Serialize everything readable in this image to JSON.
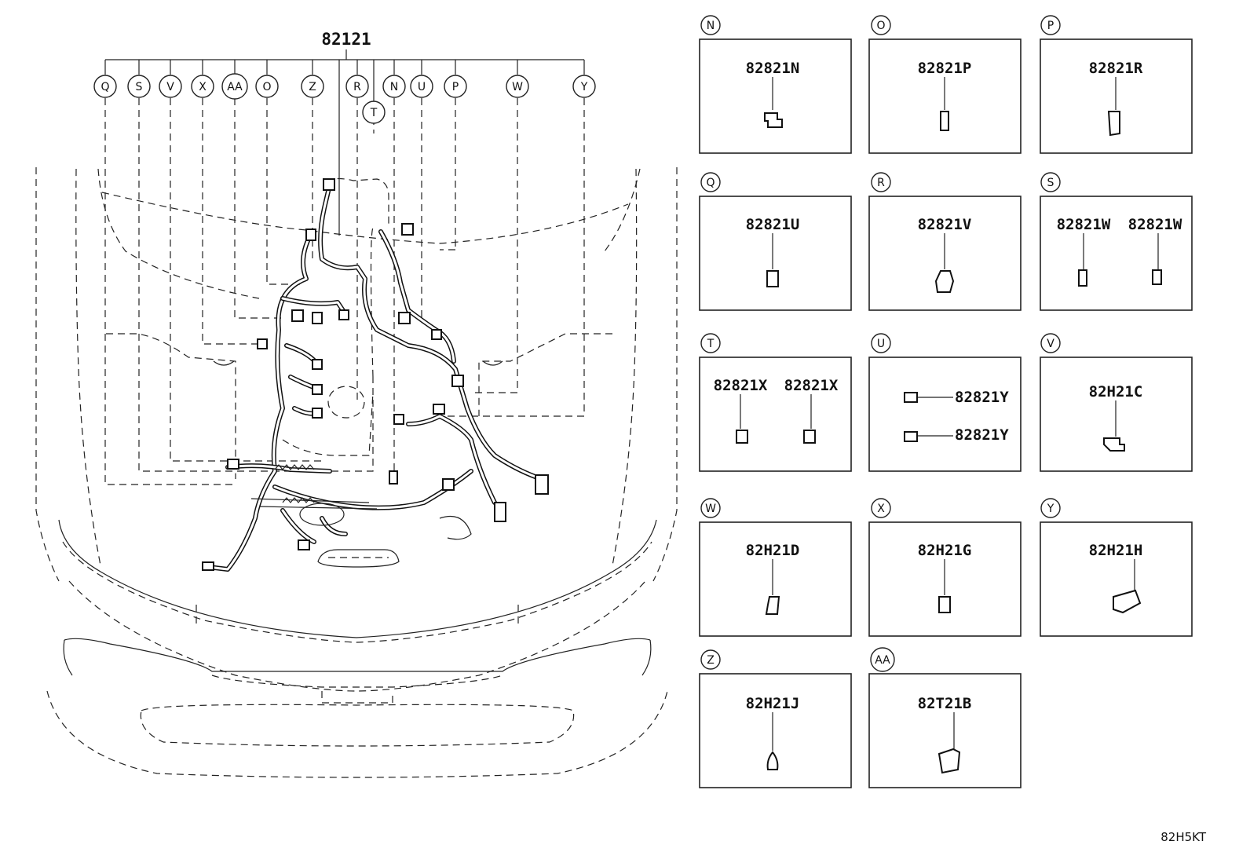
{
  "main_part": "82121",
  "main_callouts": [
    {
      "letter": "Q"
    },
    {
      "letter": "S"
    },
    {
      "letter": "V"
    },
    {
      "letter": "X"
    },
    {
      "letter": "AA"
    },
    {
      "letter": "O"
    },
    {
      "letter": "Z"
    },
    {
      "letter": "R"
    },
    {
      "letter": "T"
    },
    {
      "letter": "N"
    },
    {
      "letter": "U"
    },
    {
      "letter": "P"
    },
    {
      "letter": "W"
    },
    {
      "letter": "Y"
    }
  ],
  "panels": [
    {
      "letter": "N",
      "parts": [
        "82821N"
      ]
    },
    {
      "letter": "O",
      "parts": [
        "82821P"
      ]
    },
    {
      "letter": "P",
      "parts": [
        "82821R"
      ]
    },
    {
      "letter": "Q",
      "parts": [
        "82821U"
      ]
    },
    {
      "letter": "R",
      "parts": [
        "82821V"
      ]
    },
    {
      "letter": "S",
      "parts": [
        "82821W",
        "82821W"
      ]
    },
    {
      "letter": "T",
      "parts": [
        "82821X",
        "82821X"
      ]
    },
    {
      "letter": "U",
      "parts": [
        "82821Y",
        "82821Y"
      ]
    },
    {
      "letter": "V",
      "parts": [
        "82H21C"
      ]
    },
    {
      "letter": "W",
      "parts": [
        "82H21D"
      ]
    },
    {
      "letter": "X",
      "parts": [
        "82H21G"
      ]
    },
    {
      "letter": "Y",
      "parts": [
        "82H21H"
      ]
    },
    {
      "letter": "Z",
      "parts": [
        "82H21J"
      ]
    },
    {
      "letter": "AA",
      "parts": [
        "82T21B"
      ]
    }
  ],
  "footer_code": "82H5KT"
}
